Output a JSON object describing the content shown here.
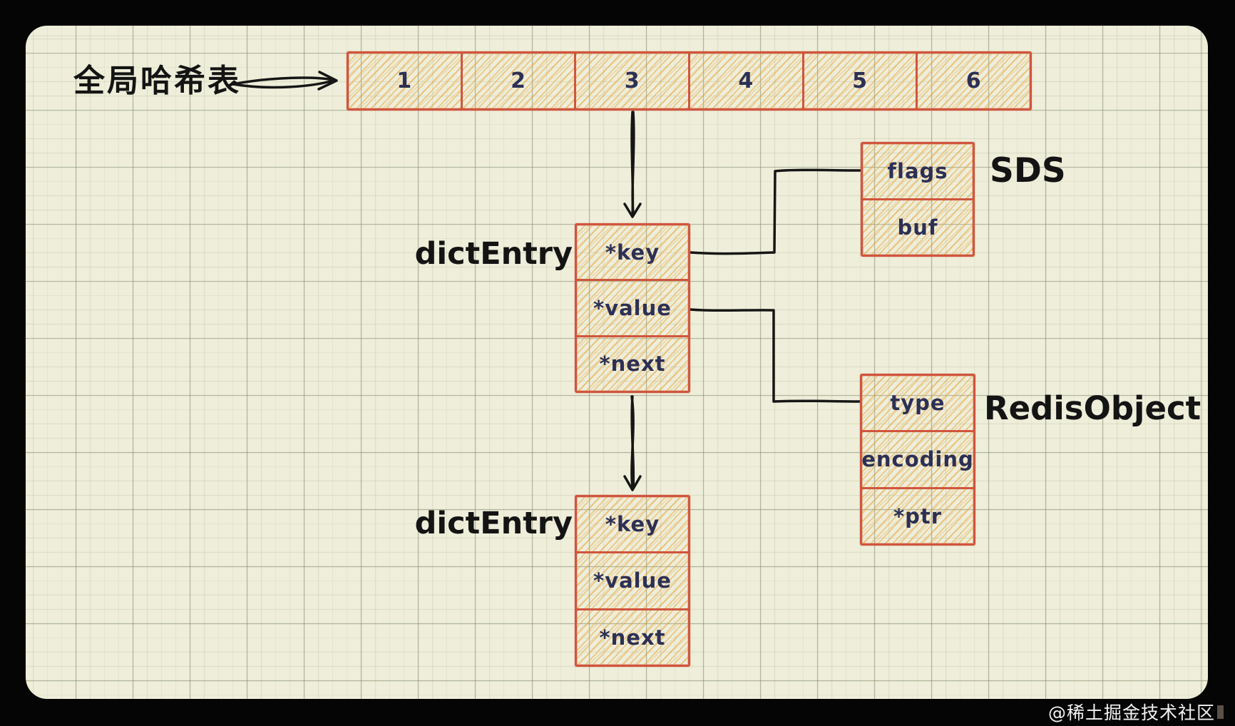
{
  "diagram": {
    "kind": "redis-dict-structure-sketch",
    "hash_table_label": "全局哈希表",
    "array": {
      "cells": [
        "1",
        "2",
        "3",
        "4",
        "5",
        "6"
      ]
    },
    "dict_entry_1": {
      "label": "dictEntry",
      "fields": [
        "*key",
        "*value",
        "*next"
      ]
    },
    "dict_entry_2": {
      "label": "dictEntry",
      "fields": [
        "*key",
        "*value",
        "*next"
      ]
    },
    "sds": {
      "label": "SDS",
      "fields": [
        "flags",
        "buf"
      ]
    },
    "redis_object": {
      "label": "RedisObject",
      "fields": [
        "type",
        "encoding",
        "*ptr"
      ]
    }
  },
  "watermark": "@稀土掘金技术社区",
  "colors": {
    "frame": "#050505",
    "paper": "#eeeeda",
    "grid_major": "#b7bda6",
    "box_border": "#d0553e",
    "hatch": "#e7a23c",
    "field_text": "#2d3054",
    "ink": "#141414",
    "watermark_text": "#f2f2f2"
  }
}
